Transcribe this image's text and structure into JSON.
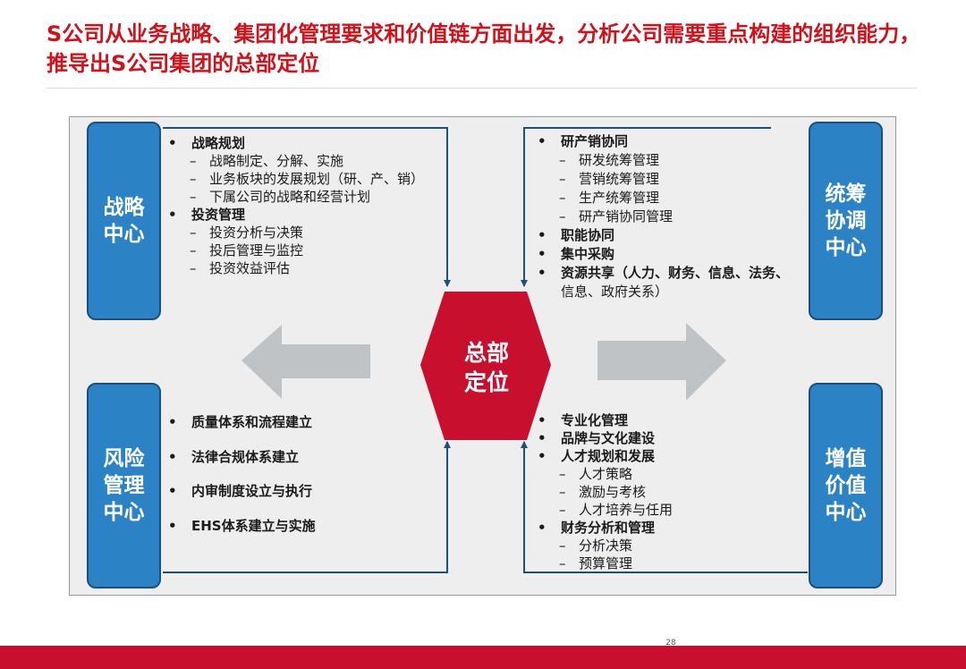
{
  "title": "S公司从业务战略、集团化管理要求和价值链方面出发，分析公司需要重点构建的组织能力，推导出S公司集团的总部定位",
  "center": {
    "line1": "总部",
    "line2": "定位"
  },
  "colors": {
    "title_red": "#d0121b",
    "pill_blue": "#2b83c5",
    "hex_red": "#c8102e",
    "arrow_line": "#1b4f80",
    "big_arrow_gray": "#bfc3c6"
  },
  "centers": {
    "strategy": {
      "line1": "战略",
      "line2": "中心"
    },
    "risk": {
      "line1": "风险",
      "line2": "管理",
      "line3": "中心"
    },
    "coordination": {
      "line1": "统筹",
      "line2": "协调",
      "line3": "中心"
    },
    "value_add": {
      "line1": "增值",
      "line2": "价值",
      "line3": "中心"
    }
  },
  "strategy_list": [
    {
      "level": "bullet",
      "text": "战略规划"
    },
    {
      "level": "sub",
      "text": "战略制定、分解、实施"
    },
    {
      "level": "sub",
      "text": "业务板块的发展规划（研、产、销）"
    },
    {
      "level": "sub",
      "text": "下属公司的战略和经营计划"
    },
    {
      "level": "bullet",
      "text": "投资管理"
    },
    {
      "level": "sub",
      "text": "投资分析与决策"
    },
    {
      "level": "sub",
      "text": "投后管理与监控"
    },
    {
      "level": "sub",
      "text": "投资效益评估"
    }
  ],
  "risk_list": [
    {
      "level": "bullet",
      "text": "质量体系和流程建立"
    },
    {
      "level": "bullet",
      "text": "法律合规体系建立"
    },
    {
      "level": "bullet",
      "text": "内审制度设立与执行"
    },
    {
      "level": "bullet",
      "text": "EHS体系建立与实施"
    }
  ],
  "coordination_list": [
    {
      "level": "bullet",
      "text": "研产销协同"
    },
    {
      "level": "sub",
      "text": "研发统筹管理"
    },
    {
      "level": "sub",
      "text": "营销统筹管理"
    },
    {
      "level": "sub",
      "text": "生产统筹管理"
    },
    {
      "level": "sub",
      "text": "研产销协同管理"
    },
    {
      "level": "bullet",
      "text": "职能协同"
    },
    {
      "level": "bullet",
      "text": "集中采购"
    },
    {
      "level": "bullet",
      "text": "资源共享（人力、财务、信息、法务、"
    },
    {
      "level": "cont",
      "text": "信息、政府关系）"
    }
  ],
  "value_list": [
    {
      "level": "bullet",
      "text": "专业化管理"
    },
    {
      "level": "bullet",
      "text": "品牌与文化建设"
    },
    {
      "level": "bullet",
      "text": "人才规划和发展"
    },
    {
      "level": "sub",
      "text": "人才策略"
    },
    {
      "level": "sub",
      "text": "激励与考核"
    },
    {
      "level": "sub",
      "text": "人才培养与任用"
    },
    {
      "level": "bullet",
      "text": "财务分析和管理"
    },
    {
      "level": "sub",
      "text": "分析决策"
    },
    {
      "level": "sub",
      "text": "预算管理"
    }
  ],
  "page_number": "28"
}
